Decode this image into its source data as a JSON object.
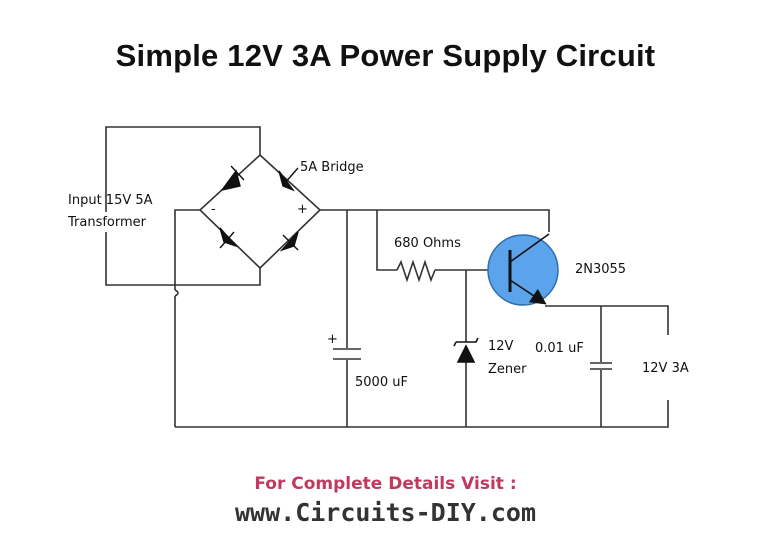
{
  "title": "Simple 12V 3A Power Supply Circuit",
  "labels": {
    "transformer_line1": "Input 15V 5A",
    "transformer_line2": "Transformer",
    "bridge": "5A Bridge",
    "bridge_minus": "-",
    "bridge_plus": "+",
    "resistor": "680 Ohms",
    "transistor": "2N3055",
    "cap_plus": "+",
    "cap_main": "5000 uF",
    "zener_line1": "12V",
    "zener_line2": "Zener",
    "cap_small": "0.01 uF",
    "output": "12V 3A"
  },
  "footer": {
    "line1": "For Complete Details Visit :",
    "line2": "www.Circuits-DIY.com",
    "line1_color": "#c0395e"
  },
  "colors": {
    "wire": "#333333",
    "transistor_fill": "#5ba3ea",
    "transistor_stroke": "#2f6fb0"
  }
}
